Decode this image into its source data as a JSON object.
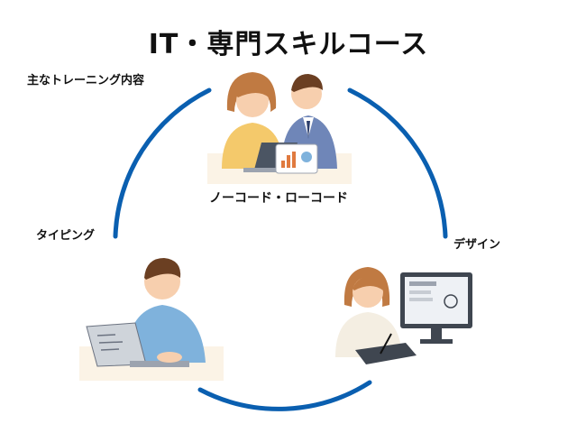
{
  "title": "IT・専門スキルコース",
  "subtitle": "主なトレーニング内容",
  "nodes": {
    "nocode": "ノーコード・ローコード",
    "typing": "タイピング",
    "design": "デザイン"
  },
  "colors": {
    "ring": "#0a5fb0",
    "skin": "#f7cfae",
    "hair_brown": "#6b3f22",
    "hair_woman": "#c07a42",
    "shirt_yellow": "#f4c96b",
    "suit_blue": "#6f86b8",
    "shirt_light_blue": "#7fb2dc",
    "shirt_cream": "#f4eee2",
    "screen_gray": "#d9dde3"
  }
}
